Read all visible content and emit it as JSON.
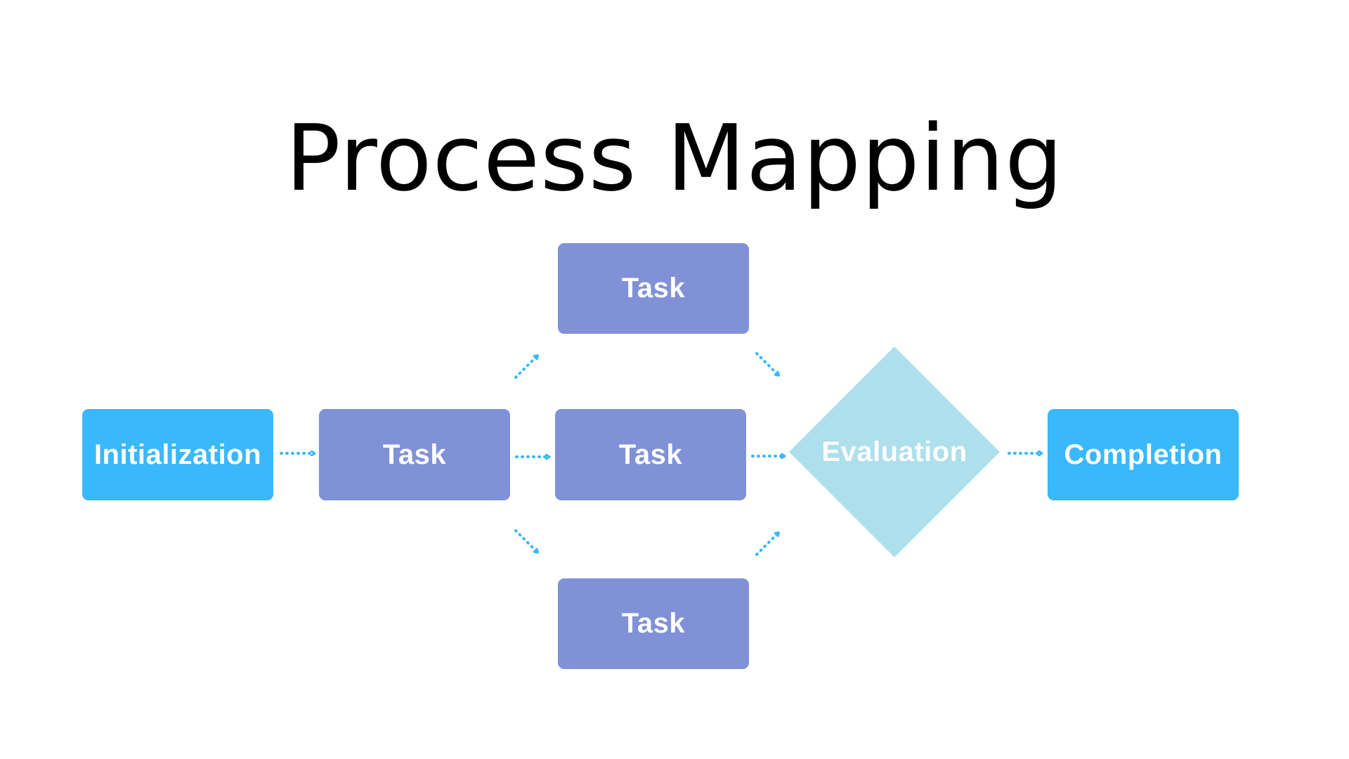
{
  "title": "Process Mapping",
  "nodes": {
    "initialization": "Initialization",
    "task_left": "Task",
    "task_top": "Task",
    "task_middle": "Task",
    "task_bottom": "Task",
    "evaluation": "Evaluation",
    "completion": "Completion"
  },
  "colors": {
    "endpoint": "#39b8fb",
    "task": "#8191d8",
    "decision": "#addfec",
    "arrow": "#39b8fb",
    "title": "#000000"
  }
}
